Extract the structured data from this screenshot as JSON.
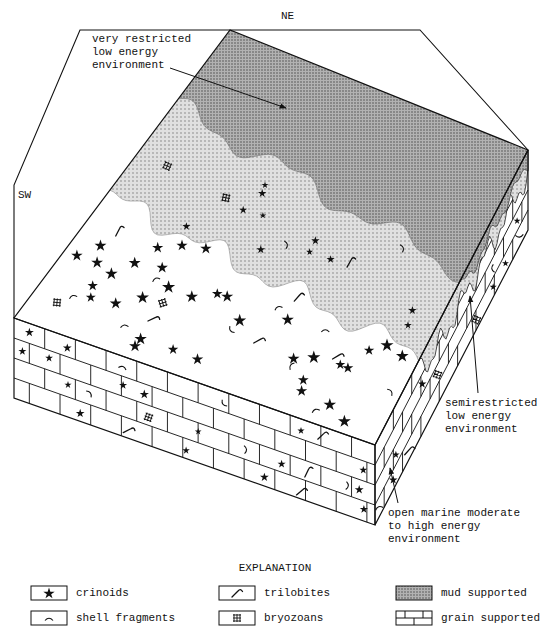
{
  "diagram": {
    "labels": [
      "NE",
      "SW",
      "very restricted low energy environment",
      "semirestricted low energy environment",
      "open marine moderate to high energy environment",
      "EXPLANATION"
    ],
    "legend": [
      {
        "text": "crinoids"
      },
      {
        "text": "trilobites"
      },
      {
        "text": "mud supported"
      },
      {
        "text": "shell fragments"
      },
      {
        "text": "bryozoans"
      },
      {
        "text": "grain supported"
      }
    ]
  }
}
